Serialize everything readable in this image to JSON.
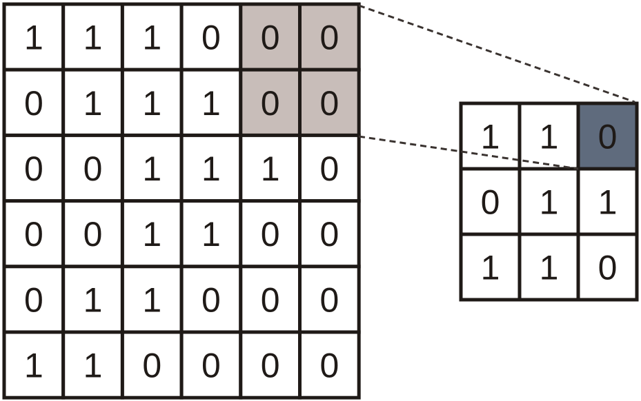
{
  "input_matrix": {
    "rows": [
      [
        "1",
        "1",
        "1",
        "0",
        "0",
        "0"
      ],
      [
        "0",
        "1",
        "1",
        "1",
        "0",
        "0"
      ],
      [
        "0",
        "0",
        "1",
        "1",
        "1",
        "0"
      ],
      [
        "0",
        "0",
        "1",
        "1",
        "0",
        "0"
      ],
      [
        "0",
        "1",
        "1",
        "0",
        "0",
        "0"
      ],
      [
        "1",
        "1",
        "0",
        "0",
        "0",
        "0"
      ]
    ],
    "highlight_cells": [
      [
        0,
        4
      ],
      [
        0,
        5
      ],
      [
        1,
        4
      ],
      [
        1,
        5
      ]
    ],
    "highlight_color": "#c8bdb9"
  },
  "output_matrix": {
    "rows": [
      [
        "1",
        "1",
        "0"
      ],
      [
        "0",
        "1",
        "1"
      ],
      [
        "1",
        "1",
        "0"
      ]
    ],
    "highlight_cells": [
      [
        0,
        2
      ]
    ],
    "highlight_color": "#5f6b7d"
  },
  "colors": {
    "grid_line": "#1f1a17",
    "text": "#1f1a17",
    "connector": "#3a3330"
  }
}
